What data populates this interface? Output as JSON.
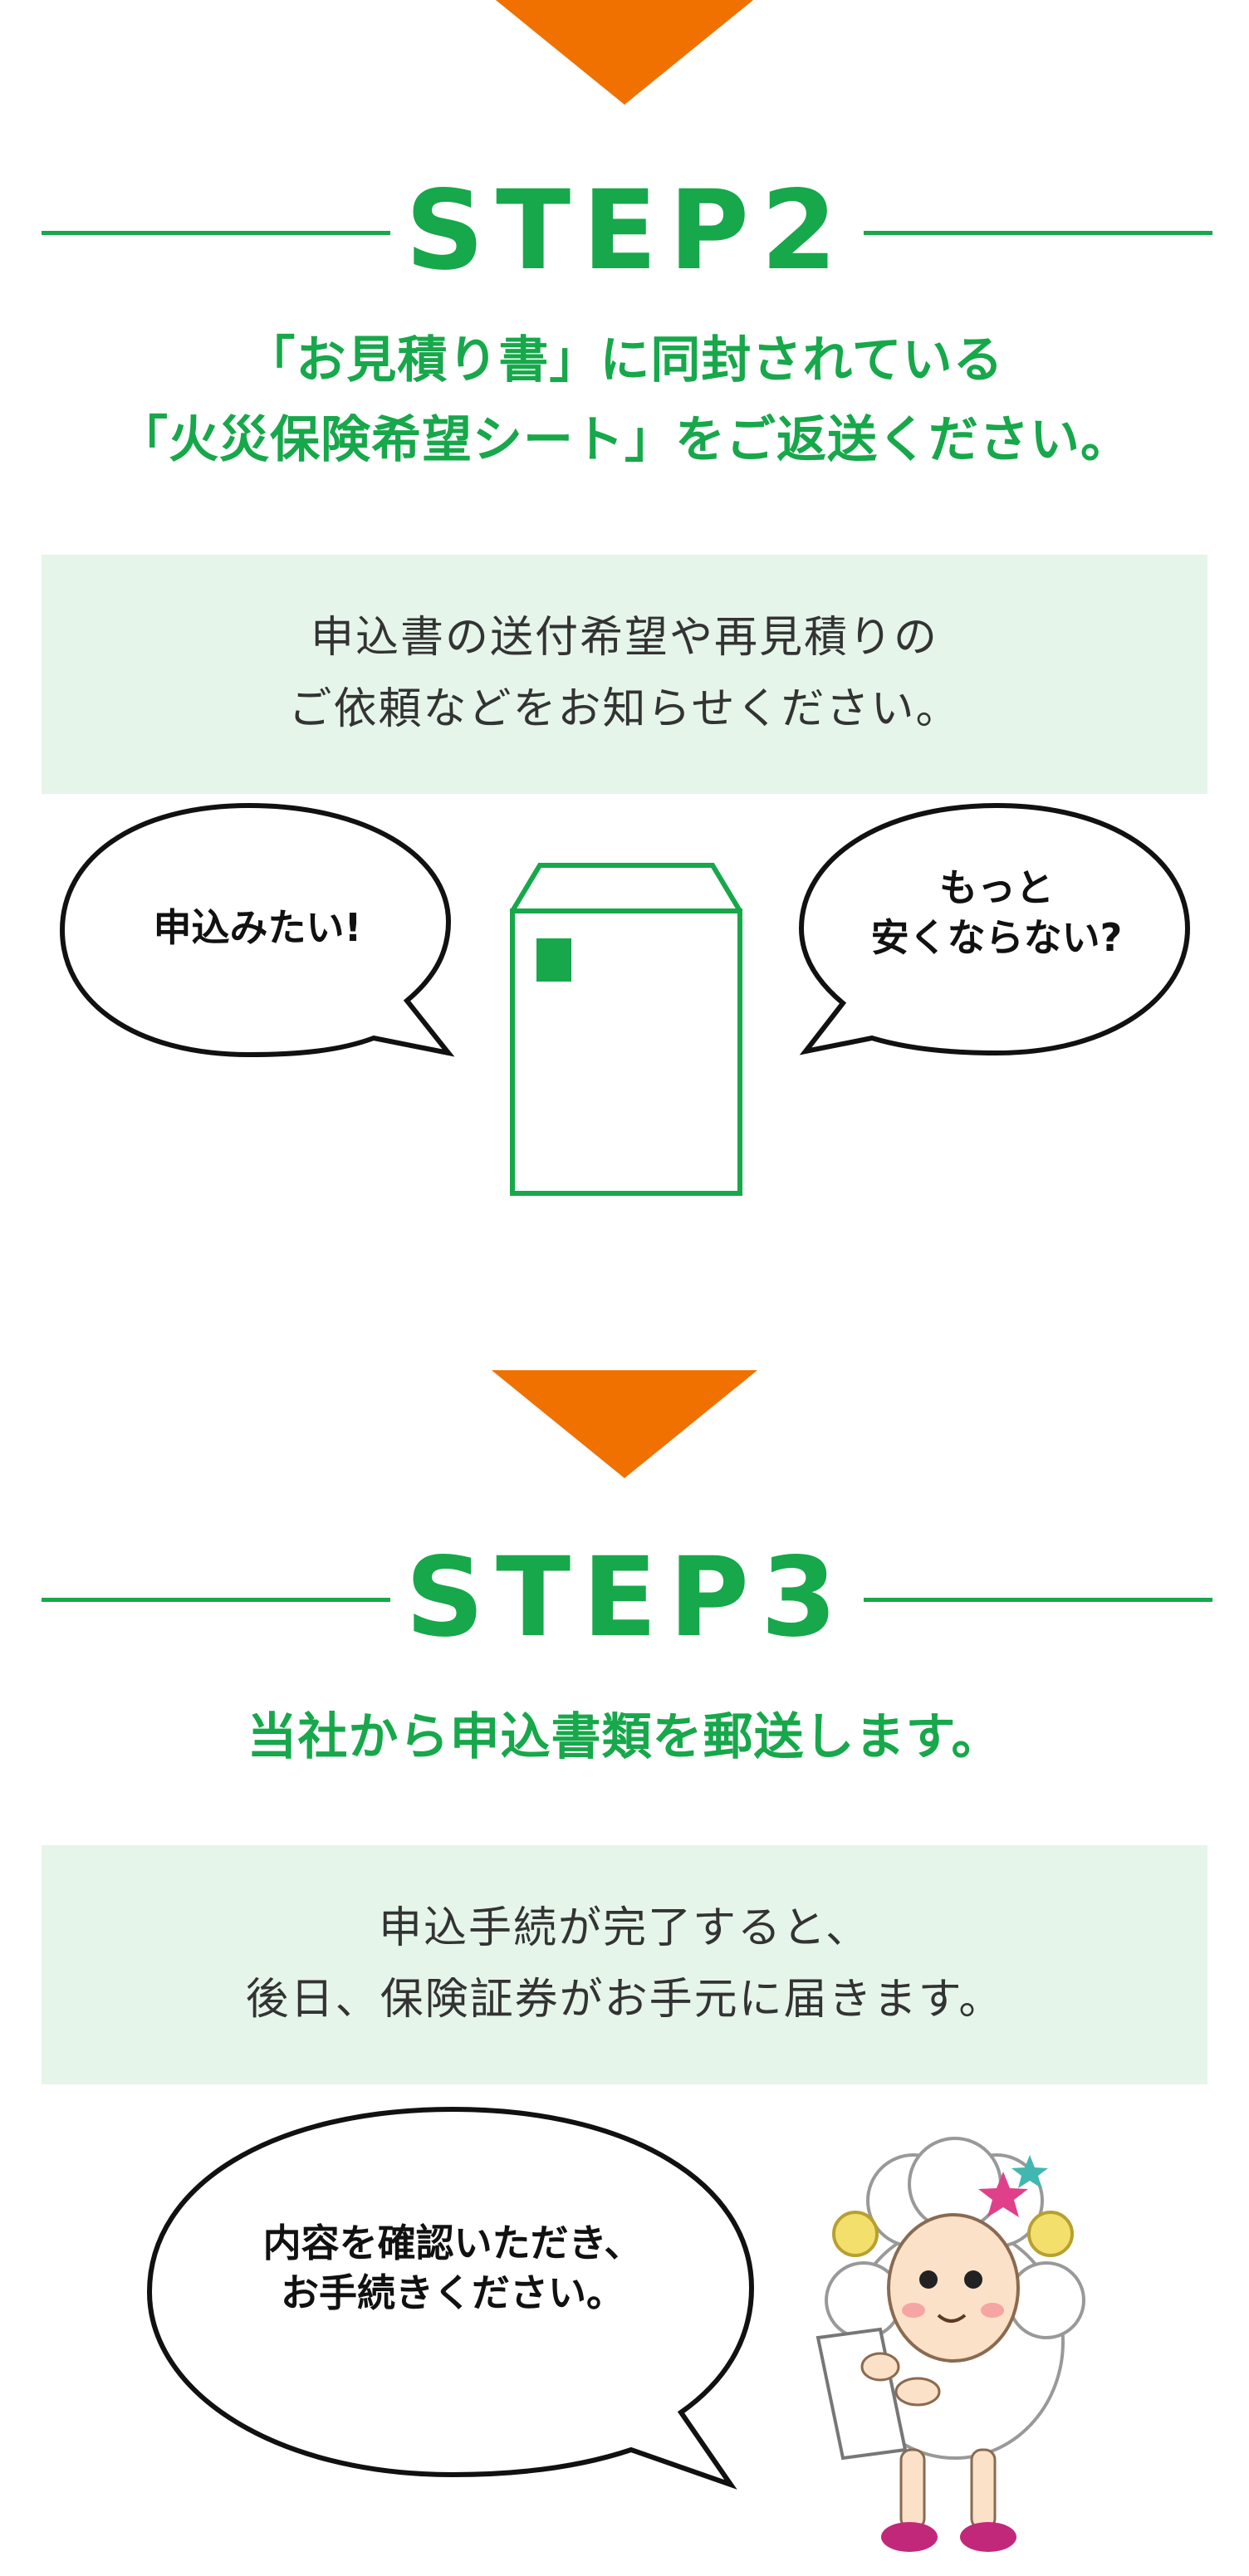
{
  "step2": {
    "title": "STEP2",
    "headline_line1": "「お見積り書」に同封されている",
    "headline_line2": "「火災保険希望シート」をご返送ください。",
    "info_line1": "申込書の送付希望や再見積りの",
    "info_line2": "ご依頼などをお知らせください。",
    "bubble_left": "申込みたい!",
    "bubble_right_line1": "もっと",
    "bubble_right_line2": "安くならない?"
  },
  "step3": {
    "title": "STEP3",
    "headline": "当社から申込書類を郵送します。",
    "info_line1": "申込手続が完了すると、",
    "info_line2": "後日、保険証券がお手元に届きます。",
    "bubble_line1": "内容を確認いただき、",
    "bubble_line2": "お手続きください。"
  },
  "colors": {
    "accent_green": "#16a84a",
    "arrow_orange": "#f07000",
    "box_bg": "#e6f5ea"
  },
  "icons": {
    "envelope": "envelope-icon",
    "mascot": "sheep-mascot"
  }
}
